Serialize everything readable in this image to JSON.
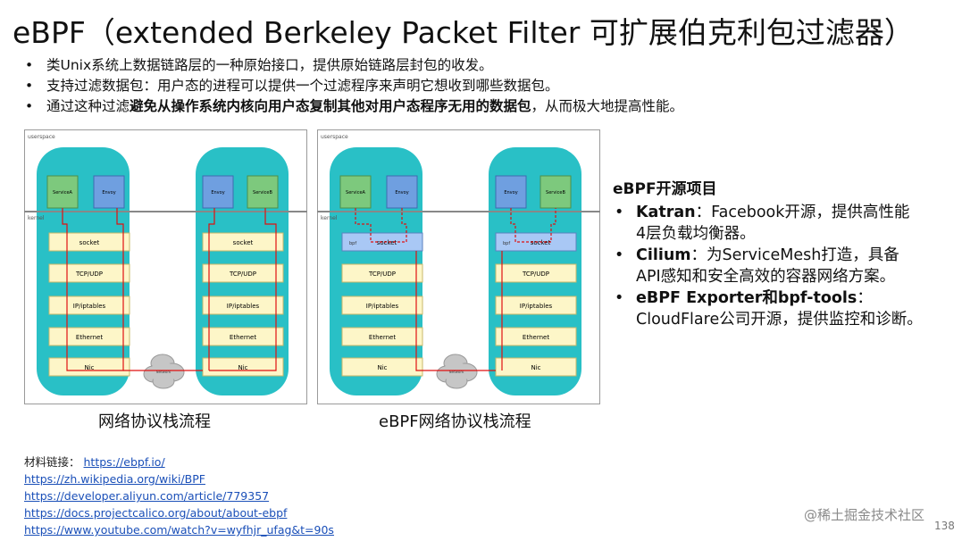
{
  "title": "eBPF（extended Berkeley Packet Filter 可扩展伯克利包过滤器）",
  "bullets": [
    {
      "text": "类Unix系统上数据链路层的一种原始接口，提供原始链路层封包的收发。"
    },
    {
      "text": "支持过滤数据包：用户态的进程可以提供一个过滤程序来声明它想收到哪些数据包。"
    },
    {
      "pre": "通过这种过滤",
      "bold": "避免从操作系统内核向用户态复制其他对用户态程序无用的数据包",
      "post": "，从而极大地提高性能。"
    }
  ],
  "diagram_left": {
    "userspace_label": "userspace",
    "kernel_label": "kernel",
    "left_apps": [
      "ServiceA",
      "Envoy"
    ],
    "right_apps": [
      "Envoy",
      "ServiceB"
    ],
    "layers": [
      "socket",
      "TCP/UDP",
      "IP/iptables",
      "Ethernet",
      "Nic"
    ],
    "network_label": "Network",
    "caption": "网络协议栈流程"
  },
  "diagram_right": {
    "userspace_label": "userspace",
    "kernel_label": "kernel",
    "left_apps": [
      "ServiceA",
      "Envoy"
    ],
    "right_apps": [
      "Envoy",
      "ServiceB"
    ],
    "layers": [
      "socket",
      "TCP/UDP",
      "IP/iptables",
      "Ethernet",
      "Nic"
    ],
    "ebpf_label": "bpf",
    "network_label": "Network",
    "caption": "eBPF网络协议栈流程"
  },
  "projects": {
    "heading": "eBPF开源项目",
    "items": [
      {
        "name": "Katran",
        "sep": "：",
        "line1": "Facebook开源，提供高性能",
        "line2": "4层负载均衡器。"
      },
      {
        "name": "Cilium",
        "sep": "：",
        "line1": "为ServiceMesh打造，具备",
        "line2": "API感知和安全高效的容器网络方案。"
      },
      {
        "name": "eBPF Exporter和bpf-tools",
        "sep": "：",
        "line1": "",
        "line2": "CloudFlare公司开源，提供监控和诊断。"
      }
    ]
  },
  "references": {
    "label": "材料链接：",
    "links": [
      "https://ebpf.io/",
      "https://zh.wikipedia.org/wiki/BPF",
      "https://developer.aliyun.com/article/779357",
      "https://docs.projectcalico.org/about/about-ebpf",
      "https://www.youtube.com/watch?v=wyfhjr_ufag&t=90s"
    ]
  },
  "watermark": "@稀土掘金技术社区",
  "page_number": "138",
  "colors": {
    "node_fill": "#29c0c6",
    "app_green": "#7dc97d",
    "app_blue": "#6f9fe0",
    "layer_fill": "#fdf6c8",
    "socket_ebpf_fill": "#a9c8f5",
    "flow_red": "#e01010"
  }
}
